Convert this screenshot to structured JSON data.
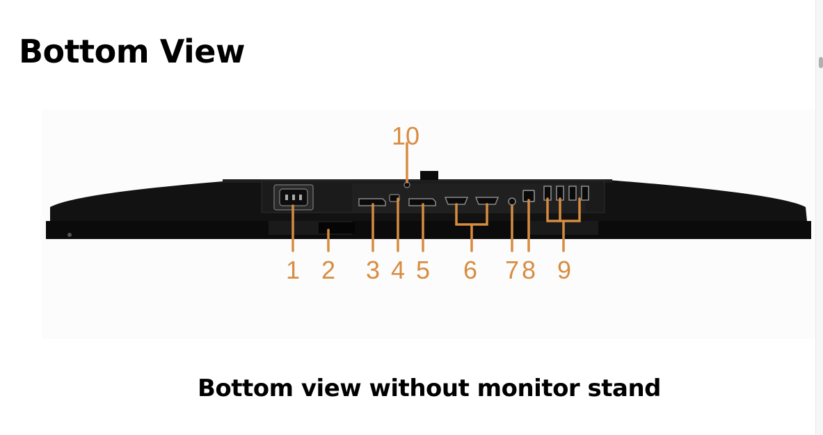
{
  "page": {
    "title": "Bottom View",
    "caption": "Bottom view without monitor stand"
  },
  "figure": {
    "callout_color": "#d78c40",
    "callouts": [
      "1",
      "2",
      "3",
      "4",
      "5",
      "6",
      "7",
      "8",
      "9",
      "10"
    ]
  },
  "scrollbar": {
    "position_fraction": 0.15
  }
}
